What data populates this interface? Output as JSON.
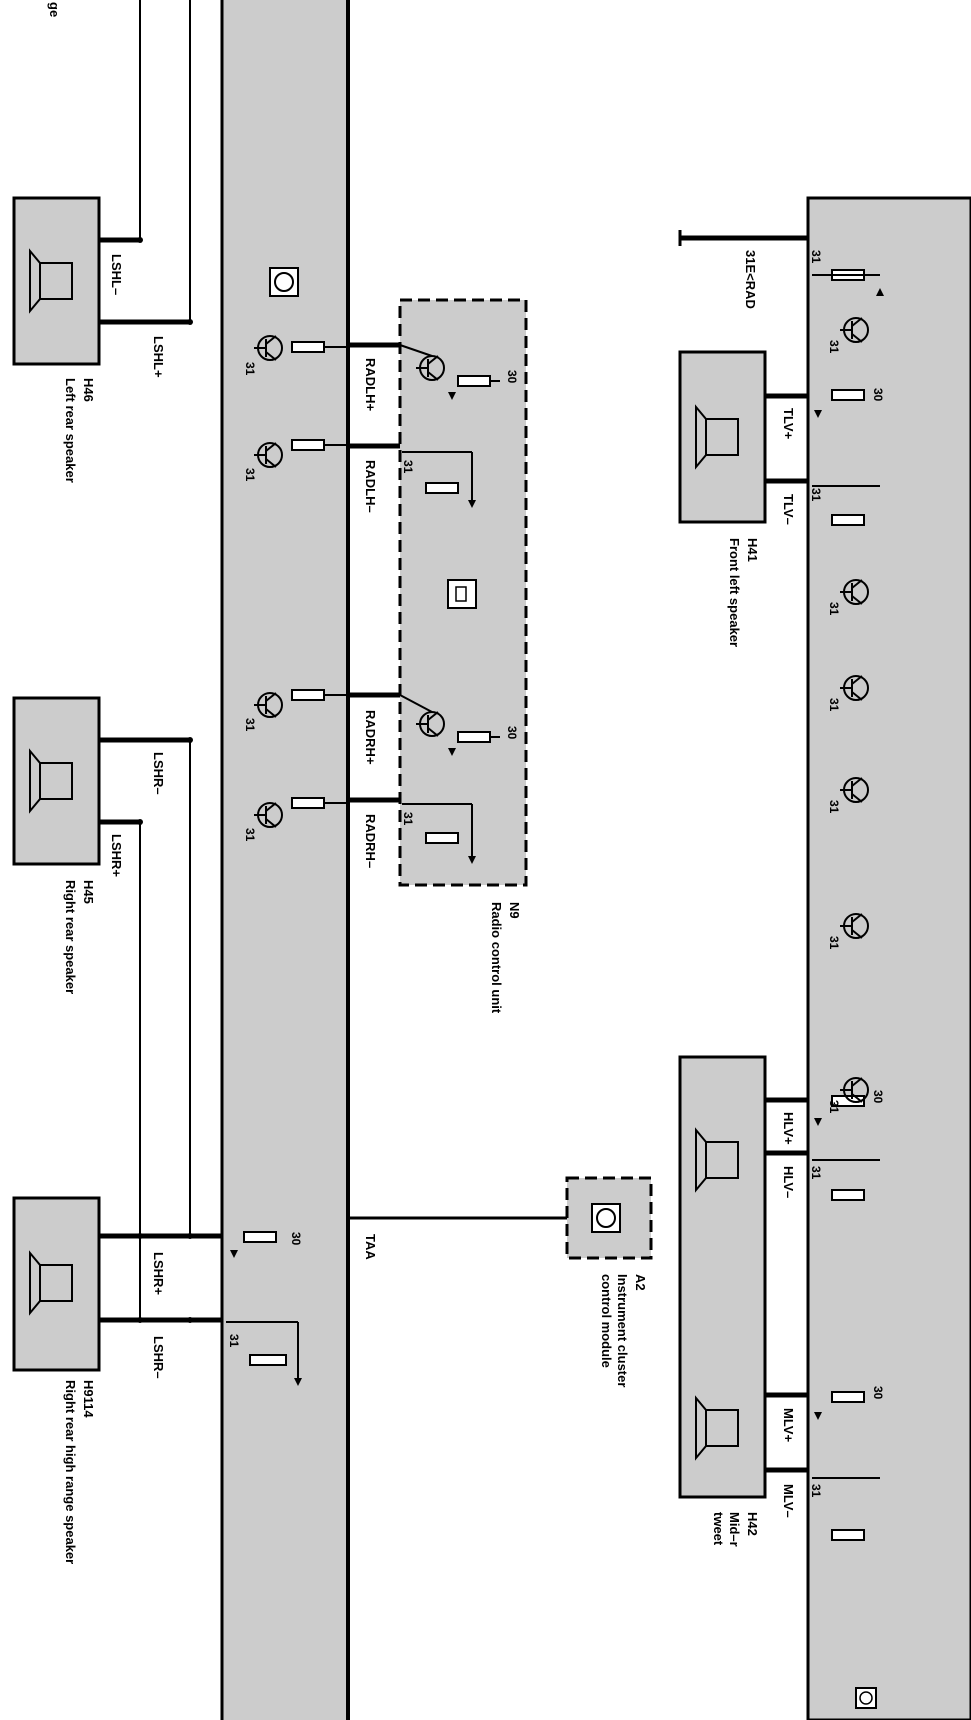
{
  "diagram": {
    "top_fragment": "ge",
    "components": {
      "h46": {
        "id": "H46",
        "desc": "Left rear speaker"
      },
      "h45": {
        "id": "H45",
        "desc": "Right rear speaker"
      },
      "h9114": {
        "id": "H9114",
        "desc": "Right rear high range speaker"
      },
      "n9": {
        "id": "N9",
        "desc": "Radio control unit"
      },
      "a2": {
        "id": "A2",
        "desc": "Instrument cluster control module"
      },
      "h41": {
        "id": "H41",
        "desc": "Front left speaker"
      },
      "h42": {
        "id": "H42",
        "desc": "Mid–r",
        "desc2": "tweet"
      }
    },
    "signals": {
      "lshl_minus": "LSHL–",
      "lshl_plus": "LSHL+",
      "lshr_minus": "LSHR–",
      "lshr_plus": "LSHR+",
      "radlh_plus": "RADLH+",
      "radlh_minus": "RADLH–",
      "radrh_plus": "RADRH+",
      "radrh_minus": "RADRH–",
      "taa": "TAA",
      "e31_rad": "31E<RAD",
      "tlv_plus": "TLV+",
      "tlv_minus": "TLV–",
      "hlv_plus": "HLV+",
      "hlv_minus": "HLV–",
      "mlv_plus": "MLV+",
      "mlv_minus": "MLV–"
    },
    "terminals": {
      "t30": "30",
      "t31": "31"
    }
  }
}
